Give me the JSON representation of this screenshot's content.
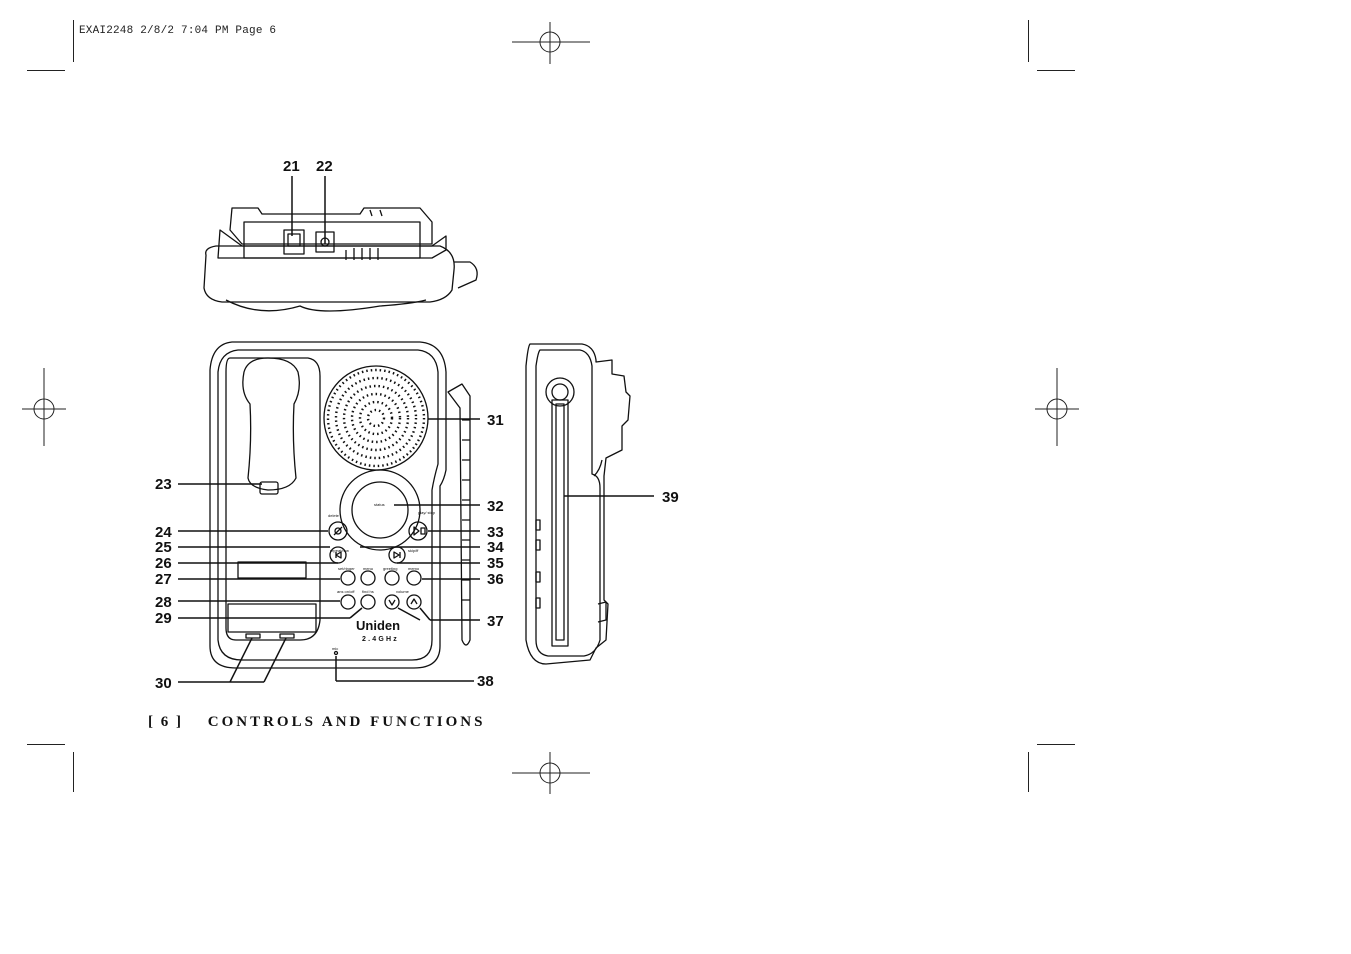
{
  "slug": "EXAI2248  2/8/2  7:04 PM  Page 6",
  "footer": {
    "page": "[ 6 ]",
    "title": "CONTROLS AND FUNCTIONS"
  },
  "brand": {
    "name": "Uniden",
    "band": "2.4GHz"
  },
  "button_labels": {
    "status": "status",
    "delete": "delete",
    "play_stop": "play/ stop",
    "repeat_rew": "repeat/rew",
    "skip_ff": "skip/ff",
    "set_ringer": "set/ringer",
    "menu": "menu",
    "greeting": "greeting",
    "memo": "memo",
    "ans_onoff": "ans on/off",
    "find_hs": "find hs",
    "volume": "volume",
    "mic": "mic"
  },
  "callouts": {
    "c21": "21",
    "c22": "22",
    "c23": "23",
    "c24": "24",
    "c25": "25",
    "c26": "26",
    "c27": "27",
    "c28": "28",
    "c29": "29",
    "c30": "30",
    "c31": "31",
    "c32": "32",
    "c33": "33",
    "c34": "34",
    "c35": "35",
    "c36": "36",
    "c37": "37",
    "c38": "38",
    "c39": "39"
  }
}
